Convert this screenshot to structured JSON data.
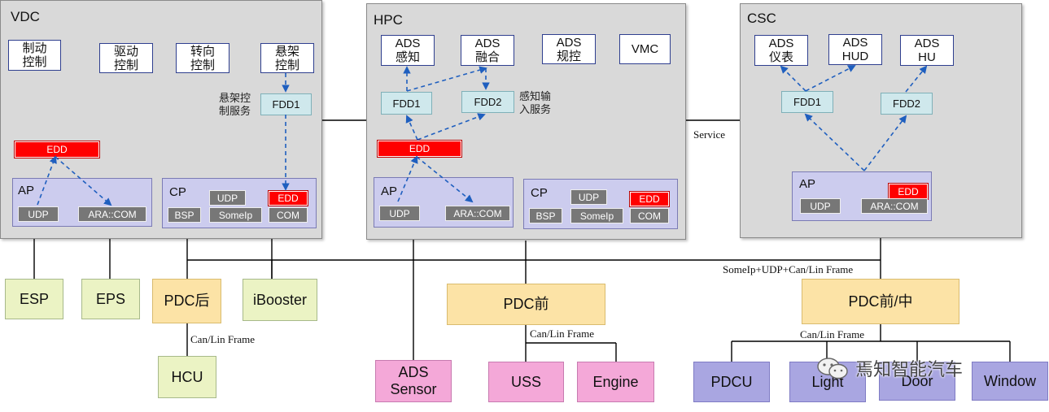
{
  "domains": {
    "vdc": {
      "title": "VDC",
      "functions": [
        "制动\n控制",
        "驱动\n控制",
        "转向\n控制",
        "悬架\n控制"
      ],
      "fdd": "FDD1",
      "note": "悬架控\n制服务",
      "edd": "EDD",
      "ap": {
        "title": "AP",
        "udp": "UDP",
        "ara": "ARA::COM"
      },
      "cp": {
        "title": "CP",
        "udp": "UDP",
        "edd": "EDD",
        "bsp": "BSP",
        "someip": "SomeIp",
        "com": "COM"
      }
    },
    "hpc": {
      "title": "HPC",
      "functions": [
        "ADS\n感知",
        "ADS\n融合",
        "ADS\n规控",
        "VMC"
      ],
      "fdd1": "FDD1",
      "fdd2": "FDD2",
      "note": "感知输\n入服务",
      "edd": "EDD",
      "ap": {
        "title": "AP",
        "udp": "UDP",
        "ara": "ARA::COM"
      },
      "cp": {
        "title": "CP",
        "udp": "UDP",
        "edd": "EDD",
        "bsp": "BSP",
        "someip": "SomeIp",
        "com": "COM"
      }
    },
    "csc": {
      "title": "CSC",
      "functions": [
        "ADS\n仪表",
        "ADS\nHUD",
        "ADS\nHU"
      ],
      "fdd1": "FDD1",
      "fdd2": "FDD2",
      "ap": {
        "title": "AP",
        "edd": "EDD",
        "udp": "UDP",
        "ara": "ARA::COM"
      }
    }
  },
  "labels": {
    "service": "Service",
    "bus": "SomeIp+UDP+Can/Lin Frame",
    "canlin": "Can/Lin Frame"
  },
  "nodes": {
    "esp": "ESP",
    "eps": "EPS",
    "pdc_rear": "PDC后",
    "ibooster": "iBooster",
    "hcu": "HCU",
    "ads_sensor": "ADS\nSensor",
    "pdc_front": "PDC前",
    "uss": "USS",
    "engine": "Engine",
    "pdc_front_mid": "PDC前/中",
    "pdcu": "PDCU",
    "light": "Light",
    "door": "Door",
    "window": "Window"
  },
  "watermark": "焉知智能汽车",
  "colors": {
    "domain_bg": "#d9d9d9",
    "fdd": "#cfe8ec",
    "edd": "#ff0000",
    "arrow": "#1f5fbf",
    "green_node": "#ebf3c4",
    "orange_node": "#fce3a6",
    "pink_node": "#f4a8d8",
    "violet_node": "#a9a6e1"
  }
}
